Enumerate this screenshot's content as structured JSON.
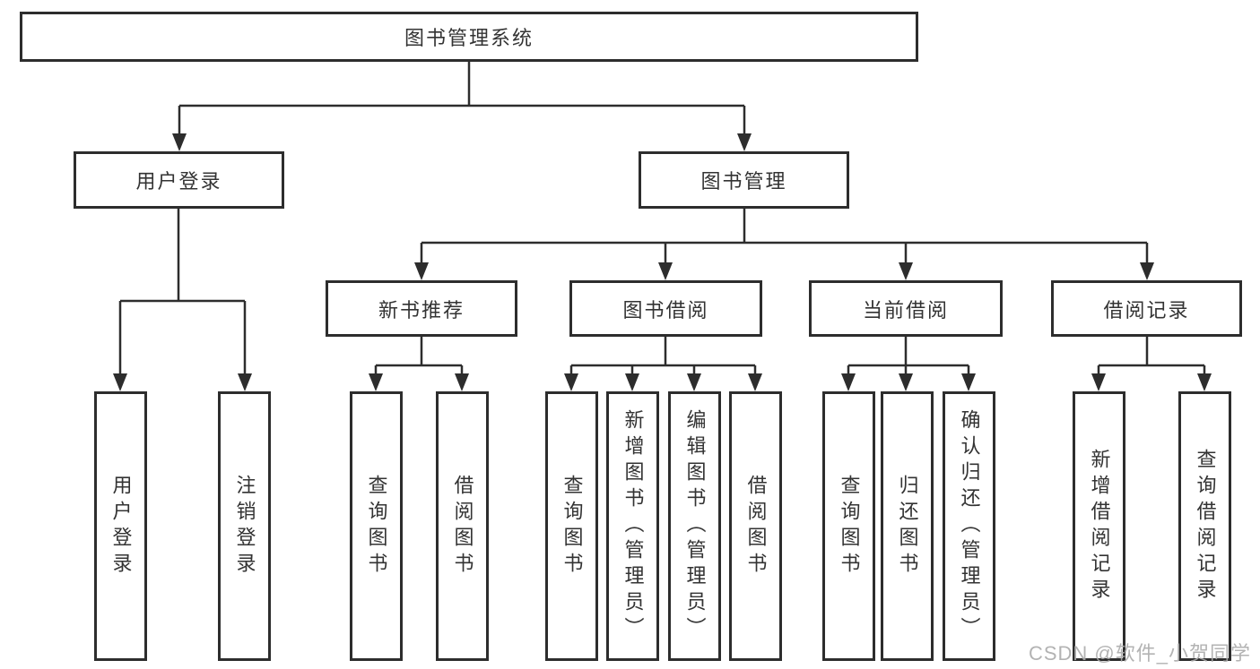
{
  "diagram": {
    "root": {
      "label": "图书管理系统"
    },
    "level2": [
      {
        "label": "用户登录"
      },
      {
        "label": "图书管理"
      }
    ],
    "level3": [
      {
        "label": "新书推荐"
      },
      {
        "label": "图书借阅"
      },
      {
        "label": "当前借阅"
      },
      {
        "label": "借阅记录"
      }
    ],
    "leaves": [
      {
        "label": "用户登录"
      },
      {
        "label": "注销登录"
      },
      {
        "label": "查询图书"
      },
      {
        "label": "借阅图书"
      },
      {
        "label": "查询图书"
      },
      {
        "label": "新增图书（管理员）"
      },
      {
        "label": "编辑图书（管理员）"
      },
      {
        "label": "借阅图书"
      },
      {
        "label": "查询图书"
      },
      {
        "label": "归还图书"
      },
      {
        "label": "确认归还（管理员）"
      },
      {
        "label": "新增借阅记录"
      },
      {
        "label": "查询借阅记录"
      }
    ],
    "colors": {
      "line": "#2d2d2d",
      "border": "#2d2d2d",
      "text": "#333333",
      "background": "#ffffff",
      "watermark": "#ababab"
    }
  },
  "watermark": {
    "text": "CSDN @软件_小贺同学"
  }
}
